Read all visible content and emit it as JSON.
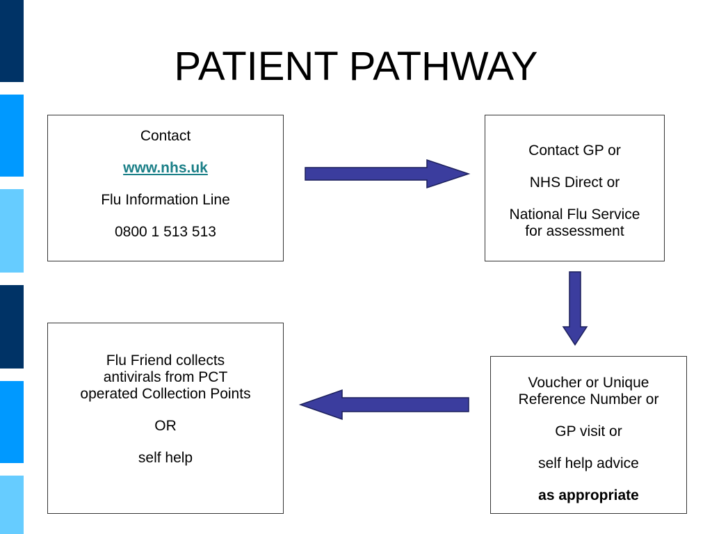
{
  "title": "PATIENT PATHWAY",
  "colors": {
    "arrow_fill": "#3b3d9e",
    "arrow_stroke": "#1b1f5a",
    "strip_dark": "#003366",
    "strip_mid": "#0099ff",
    "strip_light": "#66ccff",
    "link": "#1a7f87"
  },
  "boxes": {
    "contact": {
      "line1": "Contact",
      "link": "www.nhs.uk",
      "line3": "Flu Information Line",
      "line4": "0800 1 513 513"
    },
    "assessment": {
      "line1": "Contact GP or",
      "line2": "NHS Direct or",
      "line3": "National Flu Service",
      "line4": "for assessment"
    },
    "outcome": {
      "line1": "Voucher or Unique",
      "line2": "Reference Number or",
      "line3": "GP visit or",
      "line4": "self help advice",
      "line5": "as appropriate"
    },
    "collection": {
      "line1": "Flu Friend collects",
      "line2": "antivirals from PCT",
      "line3": "operated Collection Points",
      "line4": "OR",
      "line5": "self help"
    }
  }
}
